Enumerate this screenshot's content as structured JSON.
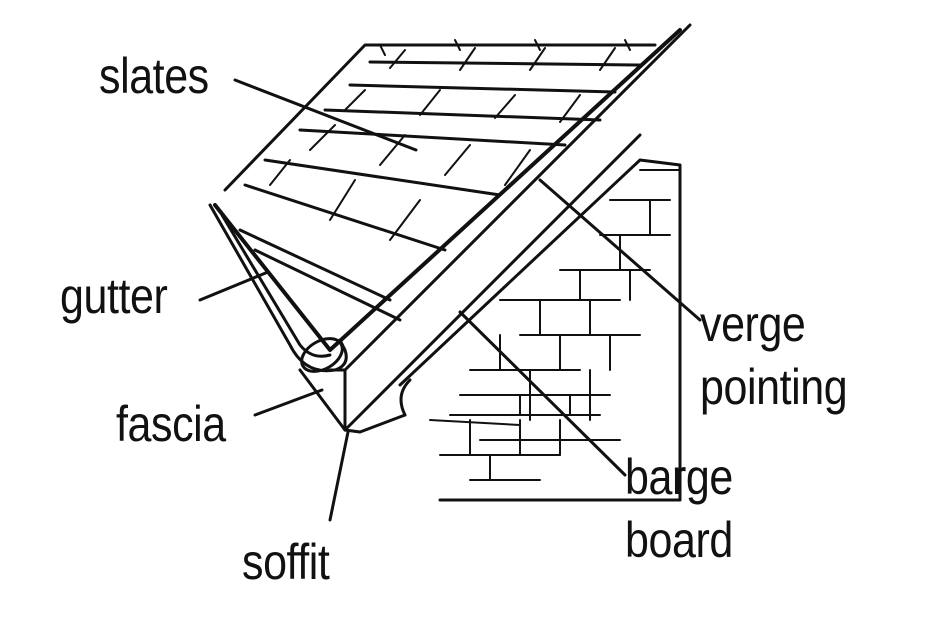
{
  "diagram": {
    "labels": {
      "slates": "slates",
      "gutter": "gutter",
      "fascia": "fascia",
      "soffit": "soffit",
      "verge_line1": "verge",
      "verge_line2": "pointing",
      "barge_line1": "barge",
      "barge_line2": "board"
    },
    "ink_color": "#111111",
    "background": "#ffffff"
  }
}
